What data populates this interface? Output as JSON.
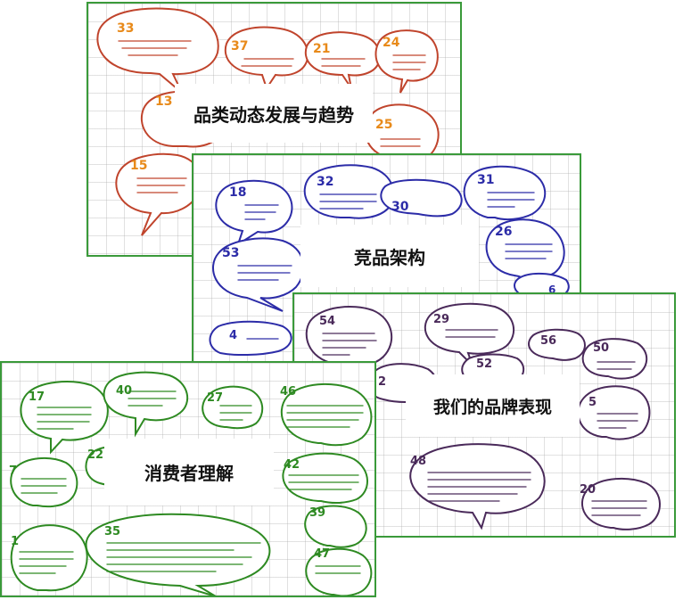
{
  "cards": [
    {
      "id": "category",
      "title": "品类动态发展与趋势",
      "color": "#c0442c",
      "numcolor": "#e88a1a",
      "bubbles": [
        "33",
        "37",
        "21",
        "24",
        "13",
        "25",
        "15"
      ]
    },
    {
      "id": "competitor",
      "title": "竞品架构",
      "color": "#2c2ca8",
      "numcolor": "#2c2ca8",
      "bubbles": [
        "18",
        "32",
        "30",
        "31",
        "26",
        "53",
        "4",
        "6"
      ]
    },
    {
      "id": "brand",
      "title": "我们的品牌表现",
      "color": "#4a2a5a",
      "numcolor": "#4a2a5a",
      "bubbles": [
        "54",
        "29",
        "52",
        "56",
        "50",
        "5",
        "2",
        "48",
        "20"
      ]
    },
    {
      "id": "consumer",
      "title": "消费者理解",
      "color": "#2e8a22",
      "numcolor": "#2e8a22",
      "bubbles": [
        "17",
        "40",
        "27",
        "46",
        "7",
        "22",
        "42",
        "39",
        "1",
        "35",
        "47"
      ]
    }
  ]
}
